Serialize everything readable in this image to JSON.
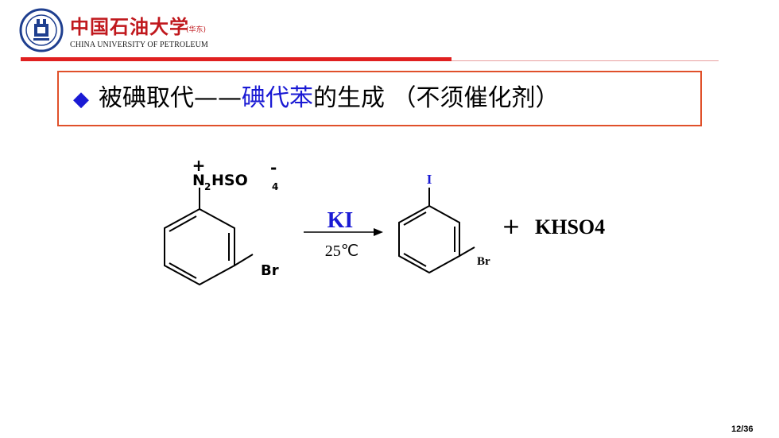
{
  "header": {
    "logo_cn": "中国石油大学",
    "logo_sub": "(华东)",
    "logo_en": "CHINA UNIVERSITY OF PETROLEUM"
  },
  "title": {
    "bullet": "◆",
    "part1": "被碘取代——",
    "part2_blue": "碘代苯",
    "part3": "的生成  （不须催化剂）"
  },
  "reaction": {
    "reactant_plus": "+",
    "reactant_n": "N",
    "reactant_n_sub": "2",
    "reactant_hso": "HSO",
    "reactant_so_sub": "4",
    "reactant_minus": "-",
    "reactant_br": "Br",
    "reagent": "KI",
    "condition": "25℃",
    "product_i": "I",
    "product_br": "Br",
    "plus": "+",
    "byproduct": "KHSO4"
  },
  "colors": {
    "accent_red": "#e02020",
    "accent_blue": "#1a1ad4",
    "box_border": "#e0502a"
  },
  "footer": {
    "page": "12/36"
  }
}
